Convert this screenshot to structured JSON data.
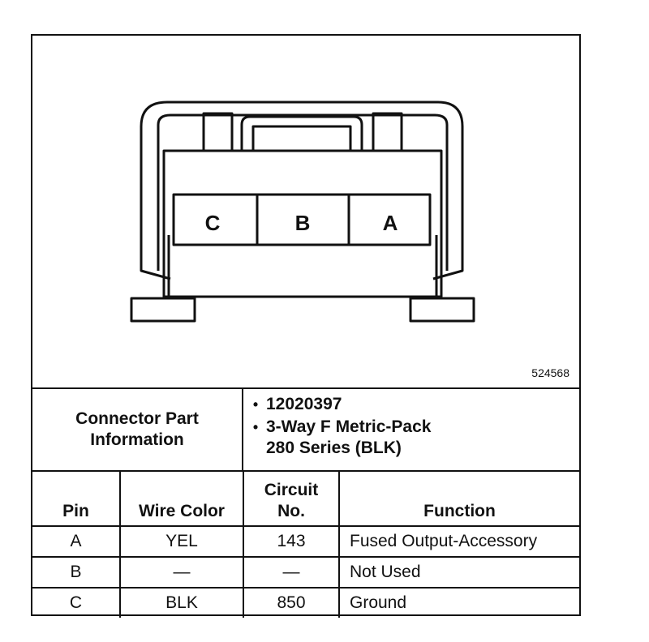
{
  "diagram": {
    "pin_labels": [
      "C",
      "B",
      "A"
    ],
    "drawing_number": "524568"
  },
  "connector_info": {
    "label": "Connector Part\nInformation",
    "details": [
      {
        "bullet": "•",
        "text": "12020397"
      },
      {
        "bullet": "•",
        "text": "3-Way F Metric-Pack\n280 Series (BLK)"
      }
    ]
  },
  "pin_table": {
    "headers": [
      "Pin",
      "Wire Color",
      "Circuit\nNo.",
      "Function"
    ],
    "rows": [
      [
        "A",
        "YEL",
        "143",
        "Fused Output-Accessory"
      ],
      [
        "B",
        "—",
        "—",
        "Not Used"
      ],
      [
        "C",
        "BLK",
        "850",
        "Ground"
      ]
    ]
  }
}
